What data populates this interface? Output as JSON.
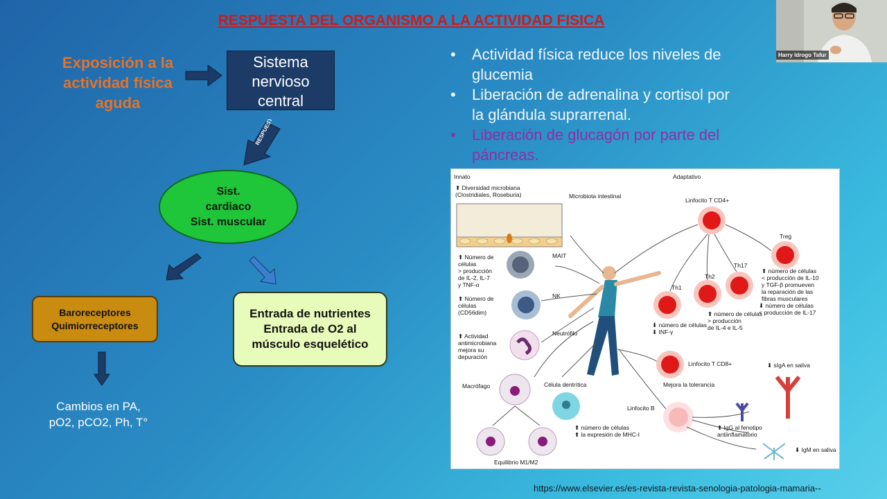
{
  "slide": {
    "title": "RESPUESTA DEL ORGANISMO A LA ACTIVIDAD FISICA",
    "exposicion": [
      "Exposición a la",
      "actividad física",
      "aguda"
    ],
    "sistema_nervioso": [
      "Sistema",
      "nervioso",
      "central"
    ],
    "respuesta_label": "RESPUESTA",
    "oval": [
      "Sist.",
      "cardiaco",
      "Sist. muscular"
    ],
    "baro": [
      "Baroreceptores",
      "Quimiorreceptores"
    ],
    "nutrientes": [
      "Entrada de nutrientes",
      "Entrada de O2 al",
      "músculo esquelético"
    ],
    "cambios": [
      "Cambios en PA,",
      "pO2, pCO2, Ph, T°"
    ],
    "bullets": [
      {
        "lines": [
          "Actividad física reduce los niveles de",
          "glucemia"
        ]
      },
      {
        "lines": [
          "Liberación de adrenalina y cortisol por",
          "la glándula suprarrenal."
        ]
      },
      {
        "lines": [
          "Liberación de glucagón por parte del",
          "páncreas."
        ]
      }
    ],
    "bullet_char": "•",
    "source": "https://www.elsevier.es/es-revista-revista-senologia-patologia-mamaria--",
    "colors": {
      "title": "#d11a1a",
      "expo": "#e2732c",
      "accent_bullet": "#8f2fa3"
    }
  },
  "diagram": {
    "innato": "Innato",
    "adaptativo": "Adaptativo",
    "diversidad": [
      "⬆ Diversidad microbiana",
      "(Clostridiales, Roseburia)"
    ],
    "microbiota": "Microbiota intestinal",
    "mait": "MAIT",
    "mait_text": [
      "⬆ Número de",
      "células",
      "> producción",
      "de IL-2, IL-7",
      "y TNF-α"
    ],
    "nk": "NK",
    "nk_text": [
      "⬆ Número de",
      "células",
      "(CD56dim)"
    ],
    "neutrofilo": "Neutrófilo",
    "neutro_text": [
      "⬆ Actividad",
      "antimicrobiana",
      "mejora su",
      "depuración"
    ],
    "macrofago": "Macrófago",
    "dendritica": "Célula dentrítica",
    "dendritica_text": [
      "⬆ número de células",
      "⬆ la expresión de MHC-I"
    ],
    "equilibrio": "Equilibrio M1/M2",
    "cd4": "Linfocito T CD4+",
    "treg": "Treg",
    "treg_text": [
      "⬆ número de células",
      "< producción de IL-10",
      "y TGF-β promueven",
      "la reparación de las",
      "fibras musculares"
    ],
    "th1": "Th1",
    "th2": "Th2",
    "th17": "Th17",
    "th1_text": [
      "⬇ número de células",
      "⬇ INF-γ"
    ],
    "th2_text": [
      "⬆ número de células",
      "> producción",
      "de IL-4 e IL-5"
    ],
    "th17_text": [
      "⬇ número de células",
      "< producción de IL-17"
    ],
    "cd8": "Linfocito T CD8+",
    "tolerancia": "Mejora la tolerancia",
    "linfb": "Linfocito B",
    "siga": "⬇ sIgA en saliva",
    "igg": [
      "⬆ IgG al fenotipo",
      "antiinflamatorio"
    ],
    "igm": "⬇ IgM en saliva"
  },
  "webcam": {
    "name": "Harry Idrogo Tafur"
  }
}
